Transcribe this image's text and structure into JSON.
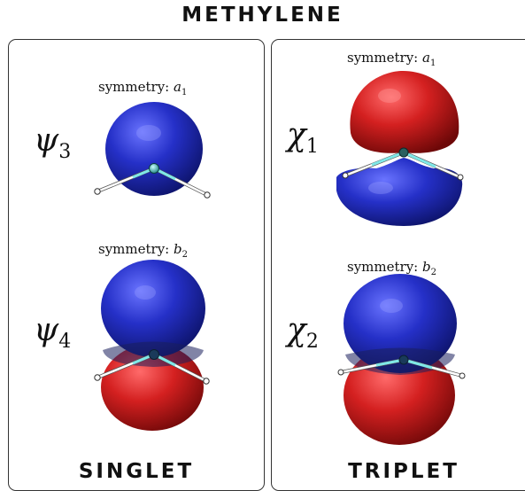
{
  "title": "METHYLENE",
  "panels": [
    {
      "label": "SINGLET",
      "orbitals": [
        {
          "symbol": "ψ",
          "index": "3",
          "symmetry_prefix": "symmetry:",
          "symmetry_irrep": "a",
          "symmetry_sub": "1"
        },
        {
          "symbol": "ψ",
          "index": "4",
          "symmetry_prefix": "symmetry:",
          "symmetry_irrep": "b",
          "symmetry_sub": "2"
        }
      ]
    },
    {
      "label": "TRIPLET",
      "orbitals": [
        {
          "symbol": "χ",
          "index": "1",
          "symmetry_prefix": "symmetry:",
          "symmetry_irrep": "a",
          "symmetry_sub": "1"
        },
        {
          "symbol": "χ",
          "index": "2",
          "symmetry_prefix": "symmetry:",
          "symmetry_irrep": "b",
          "symmetry_sub": "2"
        }
      ]
    }
  ],
  "colors": {
    "positive_lobe": "#d42020",
    "negative_lobe": "#1c24b4",
    "bond": "#7fe8e8",
    "frame": "#333333"
  }
}
